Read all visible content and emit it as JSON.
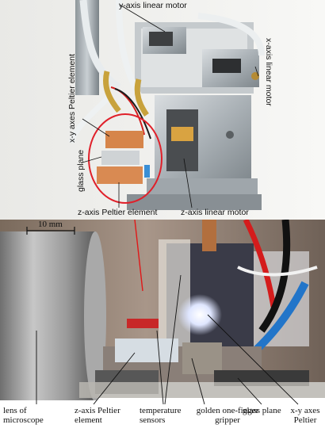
{
  "top_panel": {
    "labels": {
      "y_motor": "y-axis linear motor",
      "x_motor": "x-axis linear motor",
      "xy_peltier": "x-y axes Peltier element",
      "glass_plane": "glass plane",
      "z_peltier": "z-axis Peltier element",
      "z_motor": "z-axis linear motor"
    }
  },
  "bottom_panel": {
    "scale_bar": "10 mm",
    "labels": {
      "lens": "lens of microscope",
      "z_peltier_1": "z-axis Peltier",
      "z_peltier_2": "element",
      "temp_1": "temperature",
      "temp_2": "sensors",
      "gripper_1": "golden one-finger",
      "gripper_2": "gripper",
      "glass": "glass plane",
      "xy_1": "x-y axes",
      "xy_2": "Peltier"
    }
  },
  "colors": {
    "highlight_circle": "#e0202a",
    "pointer_line": "#e01818"
  }
}
